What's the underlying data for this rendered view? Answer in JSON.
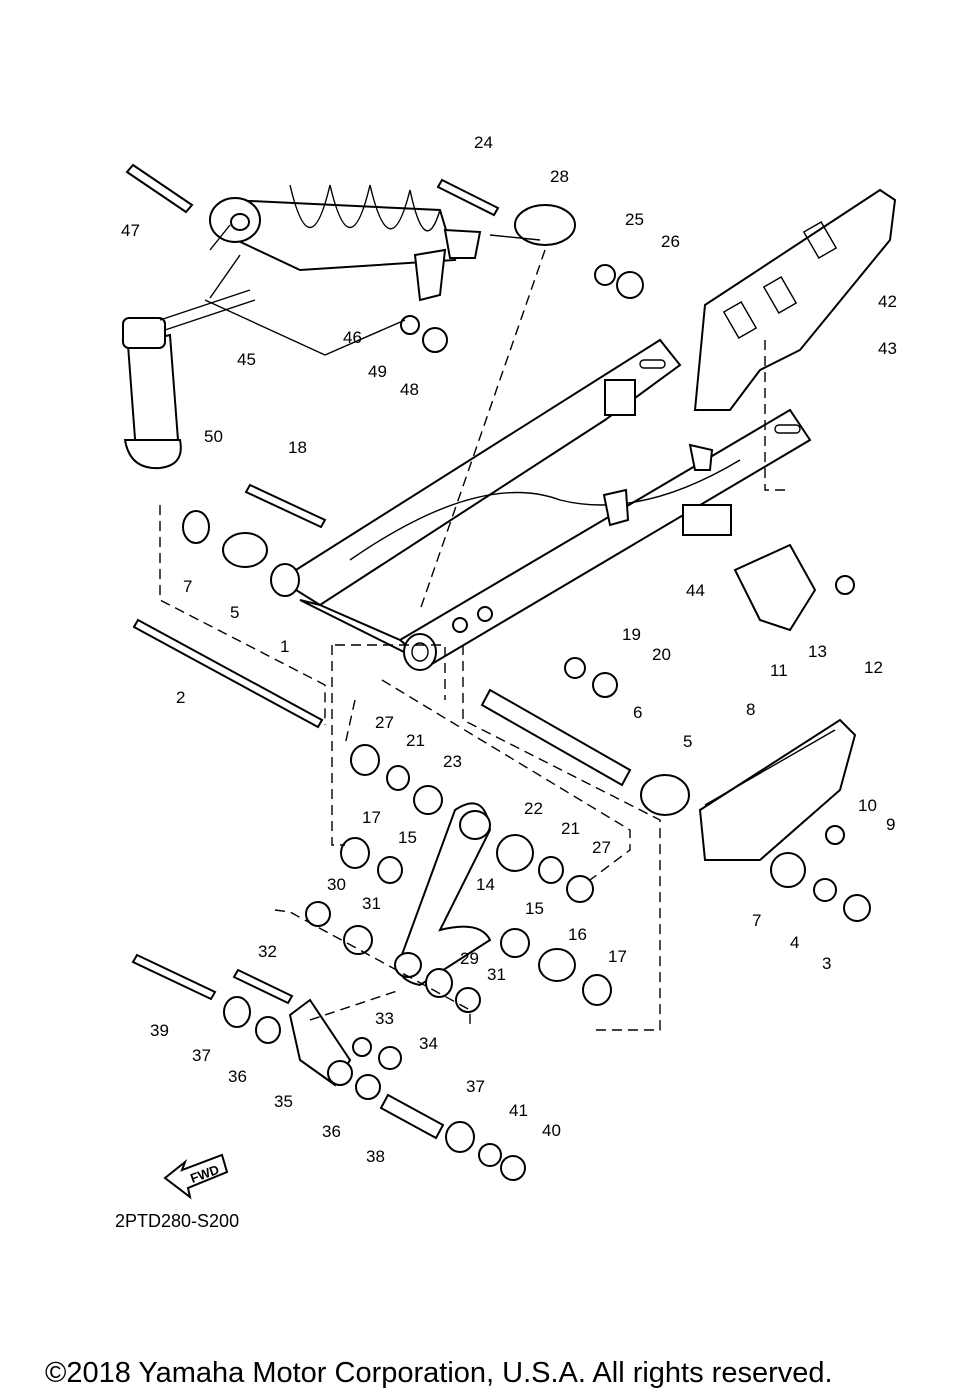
{
  "diagram": {
    "code": "2PTD280-S200",
    "copyright": "©2018 Yamaha Motor Corporation, U.S.A. All rights reserved.",
    "fwd_label": "FWD",
    "callouts": [
      "1",
      "2",
      "3",
      "4",
      "5",
      "5",
      "6",
      "7",
      "7",
      "8",
      "9",
      "10",
      "11",
      "12",
      "13",
      "14",
      "15",
      "15",
      "16",
      "17",
      "17",
      "18",
      "19",
      "20",
      "21",
      "21",
      "22",
      "23",
      "24",
      "25",
      "26",
      "27",
      "27",
      "28",
      "29",
      "30",
      "31",
      "31",
      "32",
      "33",
      "34",
      "35",
      "36",
      "36",
      "37",
      "37",
      "38",
      "39",
      "40",
      "41",
      "42",
      "43",
      "44",
      "45",
      "46",
      "47",
      "48",
      "49",
      "50"
    ]
  }
}
